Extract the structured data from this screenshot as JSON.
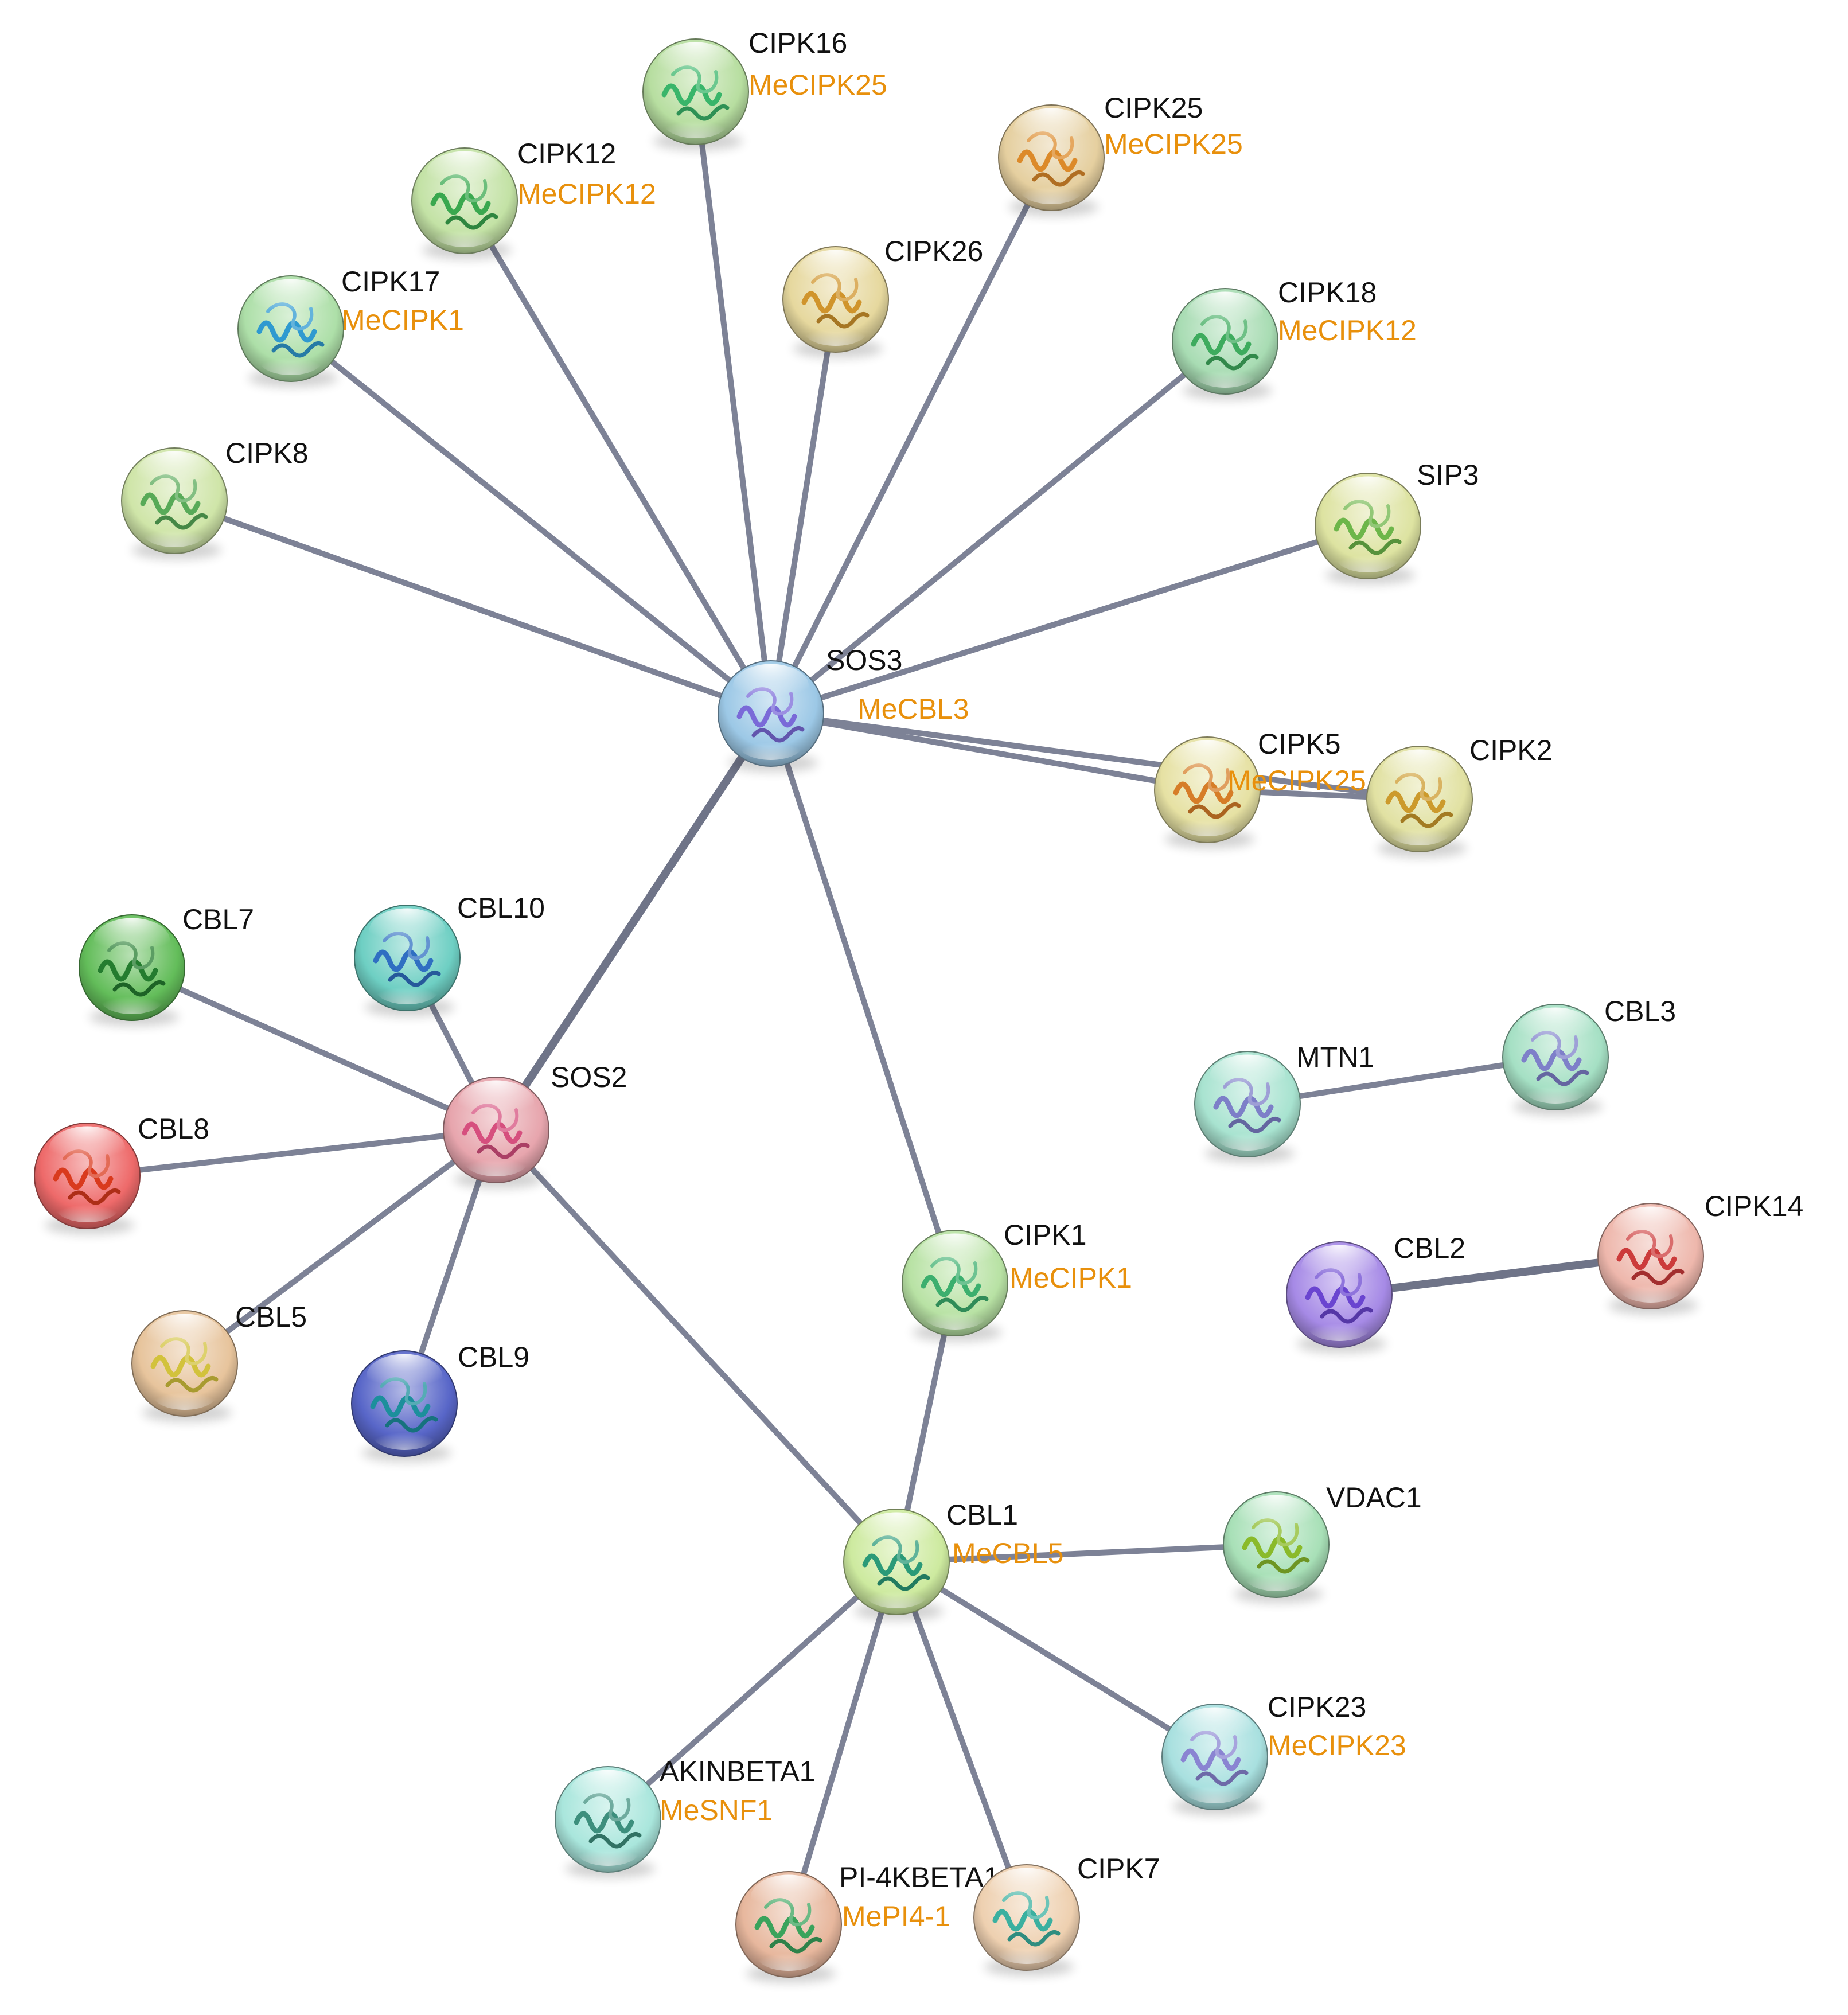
{
  "network": {
    "colors": {
      "edge": "#7d8296",
      "label": "#111111",
      "alias": "#e8900c"
    },
    "nodes": [
      {
        "id": "SOS3",
        "label": "SOS3",
        "alias": "MeCBL3",
        "color": "#9cc8e6",
        "structure": "#7a6ad8"
      },
      {
        "id": "SOS2",
        "label": "SOS2",
        "alias": "",
        "color": "#e7a5ad",
        "structure": "#d64f7e"
      },
      {
        "id": "CIPK16",
        "label": "CIPK16",
        "alias": "MeCIPK25",
        "color": "#b7dea0",
        "structure": "#39b56a"
      },
      {
        "id": "CIPK25",
        "label": "CIPK25",
        "alias": "MeCIPK25",
        "color": "#e5cf9f",
        "structure": "#dc8a2a"
      },
      {
        "id": "CIPK12",
        "label": "CIPK12",
        "alias": "MeCIPK12",
        "color": "#c3e2a5",
        "structure": "#3aa84f"
      },
      {
        "id": "CIPK26",
        "label": "CIPK26",
        "alias": "",
        "color": "#e6d89e",
        "structure": "#d0942c"
      },
      {
        "id": "CIPK17",
        "label": "CIPK17",
        "alias": "MeCIPK1",
        "color": "#addfa8",
        "structure": "#2f9ad0"
      },
      {
        "id": "CIPK18",
        "label": "CIPK18",
        "alias": "MeCIPK12",
        "color": "#a8dcb3",
        "structure": "#3eab5e"
      },
      {
        "id": "CIPK8",
        "label": "CIPK8",
        "alias": "",
        "color": "#cfe5a8",
        "structure": "#58aa58"
      },
      {
        "id": "SIP3",
        "label": "SIP3",
        "alias": "",
        "color": "#dde3a1",
        "structure": "#6db64a"
      },
      {
        "id": "CIPK5",
        "label": "CIPK5",
        "alias": "MeCIPK25",
        "color": "#e6e1a3",
        "structure": "#d67d28"
      },
      {
        "id": "CIPK2",
        "label": "CIPK2",
        "alias": "",
        "color": "#e1e1a2",
        "structure": "#cc9a2c"
      },
      {
        "id": "CBL7",
        "label": "CBL7",
        "alias": "",
        "color": "#63bd5a",
        "structure": "#247c2f"
      },
      {
        "id": "CBL10",
        "label": "CBL10",
        "alias": "",
        "color": "#6ecfc3",
        "structure": "#2f6fc2"
      },
      {
        "id": "CBL8",
        "label": "CBL8",
        "alias": "",
        "color": "#ee6a6a",
        "structure": "#d93a1d"
      },
      {
        "id": "CBL5",
        "label": "CBL5",
        "alias": "",
        "color": "#e7c49c",
        "structure": "#d2c23c"
      },
      {
        "id": "CBL9",
        "label": "CBL9",
        "alias": "",
        "color": "#5866c8",
        "structure": "#1c8f9c"
      },
      {
        "id": "CIPK1",
        "label": "CIPK1",
        "alias": "MeCIPK1",
        "color": "#b8e2a4",
        "structure": "#3caf6e"
      },
      {
        "id": "MTN1",
        "label": "MTN1",
        "alias": "",
        "color": "#a8e3d0",
        "structure": "#7d7fc8"
      },
      {
        "id": "CBL3",
        "label": "CBL3",
        "alias": "",
        "color": "#a5e0c4",
        "structure": "#7e80c9"
      },
      {
        "id": "CBL2",
        "label": "CBL2",
        "alias": "",
        "color": "#a68ae6",
        "structure": "#6a45d0"
      },
      {
        "id": "CIPK14",
        "label": "CIPK14",
        "alias": "",
        "color": "#eeb7ac",
        "structure": "#cc3b3b"
      },
      {
        "id": "CBL1",
        "label": "CBL1",
        "alias": "MeCBL5",
        "color": "#cdea9f",
        "structure": "#2b9a78"
      },
      {
        "id": "VDAC1",
        "label": "VDAC1",
        "alias": "",
        "color": "#a8e0b7",
        "structure": "#8aba2a"
      },
      {
        "id": "CIPK23",
        "label": "CIPK23",
        "alias": "MeCIPK23",
        "color": "#a8e0df",
        "structure": "#8a84d2"
      },
      {
        "id": "AKINBETA1",
        "label": "AKINBETA1",
        "alias": "MeSNF1",
        "color": "#a9e6dc",
        "structure": "#3d8f7d"
      },
      {
        "id": "PI4KBETA1",
        "label": "PI-4KBETA1",
        "alias": "MePI4-1",
        "color": "#e7b79d",
        "structure": "#3aa35c"
      },
      {
        "id": "CIPK7",
        "label": "CIPK7",
        "alias": "",
        "color": "#eed0b0",
        "structure": "#3bb0a0"
      }
    ],
    "edges": [
      {
        "source": "SOS3",
        "target": "CIPK16",
        "weight": 1
      },
      {
        "source": "SOS3",
        "target": "CIPK25",
        "weight": 1
      },
      {
        "source": "SOS3",
        "target": "CIPK12",
        "weight": 1
      },
      {
        "source": "SOS3",
        "target": "CIPK26",
        "weight": 1
      },
      {
        "source": "SOS3",
        "target": "CIPK17",
        "weight": 1
      },
      {
        "source": "SOS3",
        "target": "CIPK18",
        "weight": 1
      },
      {
        "source": "SOS3",
        "target": "CIPK8",
        "weight": 1
      },
      {
        "source": "SOS3",
        "target": "SIP3",
        "weight": 1
      },
      {
        "source": "SOS3",
        "target": "CIPK5",
        "weight": 1
      },
      {
        "source": "SOS3",
        "target": "CIPK2",
        "weight": 1
      },
      {
        "source": "SOS3",
        "target": "SOS2",
        "weight": 2
      },
      {
        "source": "SOS3",
        "target": "CIPK1",
        "weight": 1
      },
      {
        "source": "CIPK5",
        "target": "CIPK2",
        "weight": 1
      },
      {
        "source": "SOS2",
        "target": "CBL7",
        "weight": 1
      },
      {
        "source": "SOS2",
        "target": "CBL10",
        "weight": 1
      },
      {
        "source": "SOS2",
        "target": "CBL8",
        "weight": 1
      },
      {
        "source": "SOS2",
        "target": "CBL5",
        "weight": 1
      },
      {
        "source": "SOS2",
        "target": "CBL9",
        "weight": 1
      },
      {
        "source": "SOS2",
        "target": "CBL1",
        "weight": 1
      },
      {
        "source": "CIPK1",
        "target": "CBL1",
        "weight": 1
      },
      {
        "source": "CBL1",
        "target": "VDAC1",
        "weight": 1
      },
      {
        "source": "CBL1",
        "target": "CIPK23",
        "weight": 1
      },
      {
        "source": "CBL1",
        "target": "AKINBETA1",
        "weight": 1
      },
      {
        "source": "CBL1",
        "target": "PI4KBETA1",
        "weight": 1
      },
      {
        "source": "CBL1",
        "target": "CIPK7",
        "weight": 1
      },
      {
        "source": "MTN1",
        "target": "CBL3",
        "weight": 1
      },
      {
        "source": "CBL2",
        "target": "CIPK14",
        "weight": 2
      }
    ]
  }
}
